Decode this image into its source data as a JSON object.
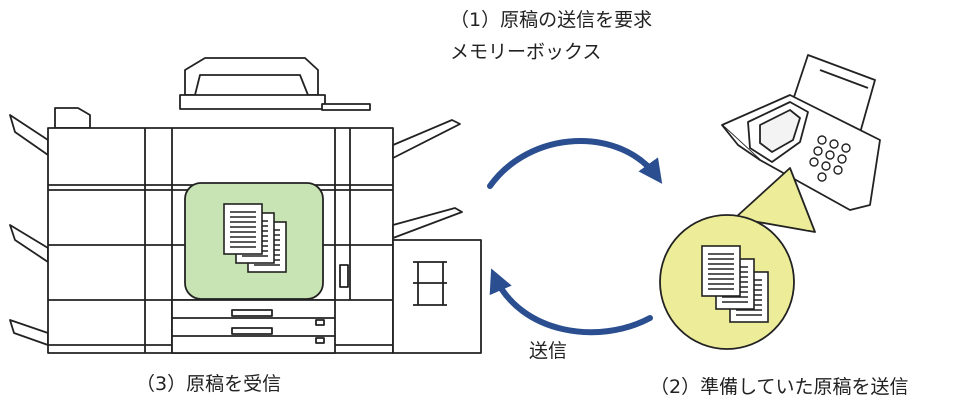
{
  "labels": {
    "request_line1": "（1）原稿の送信を要求",
    "request_line2": "メモリーボックス",
    "receive": "（3）原稿を受信",
    "send": "（2）準備していた原稿を送信",
    "transmit": "送信"
  },
  "colors": {
    "arrow": "#2a4e8f",
    "document_panel": "#c8e3b4",
    "callout": "#ecec99",
    "outline": "#222222"
  }
}
